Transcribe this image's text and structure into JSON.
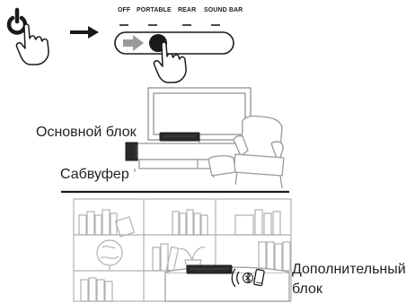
{
  "switch": {
    "positions": [
      "OFF",
      "PORTABLE",
      "REAR",
      "SOUND BAR"
    ],
    "selected": "PORTABLE"
  },
  "labels": {
    "main_unit": "Основной блок",
    "subwoofer": "Сабвуфер",
    "extra_unit_line1": "Дополнительный",
    "extra_unit_line2": "блок"
  },
  "icons": {
    "power": "power-icon",
    "hand": "pointing-hand-icon",
    "arrow": "right-arrow-icon",
    "bluetooth": "bluetooth-icon",
    "phone": "smartphone-icon"
  },
  "colors": {
    "line": "#1a1a1a",
    "sketch": "#9a9a9a",
    "slider_arrow": "#9a9a9a"
  }
}
